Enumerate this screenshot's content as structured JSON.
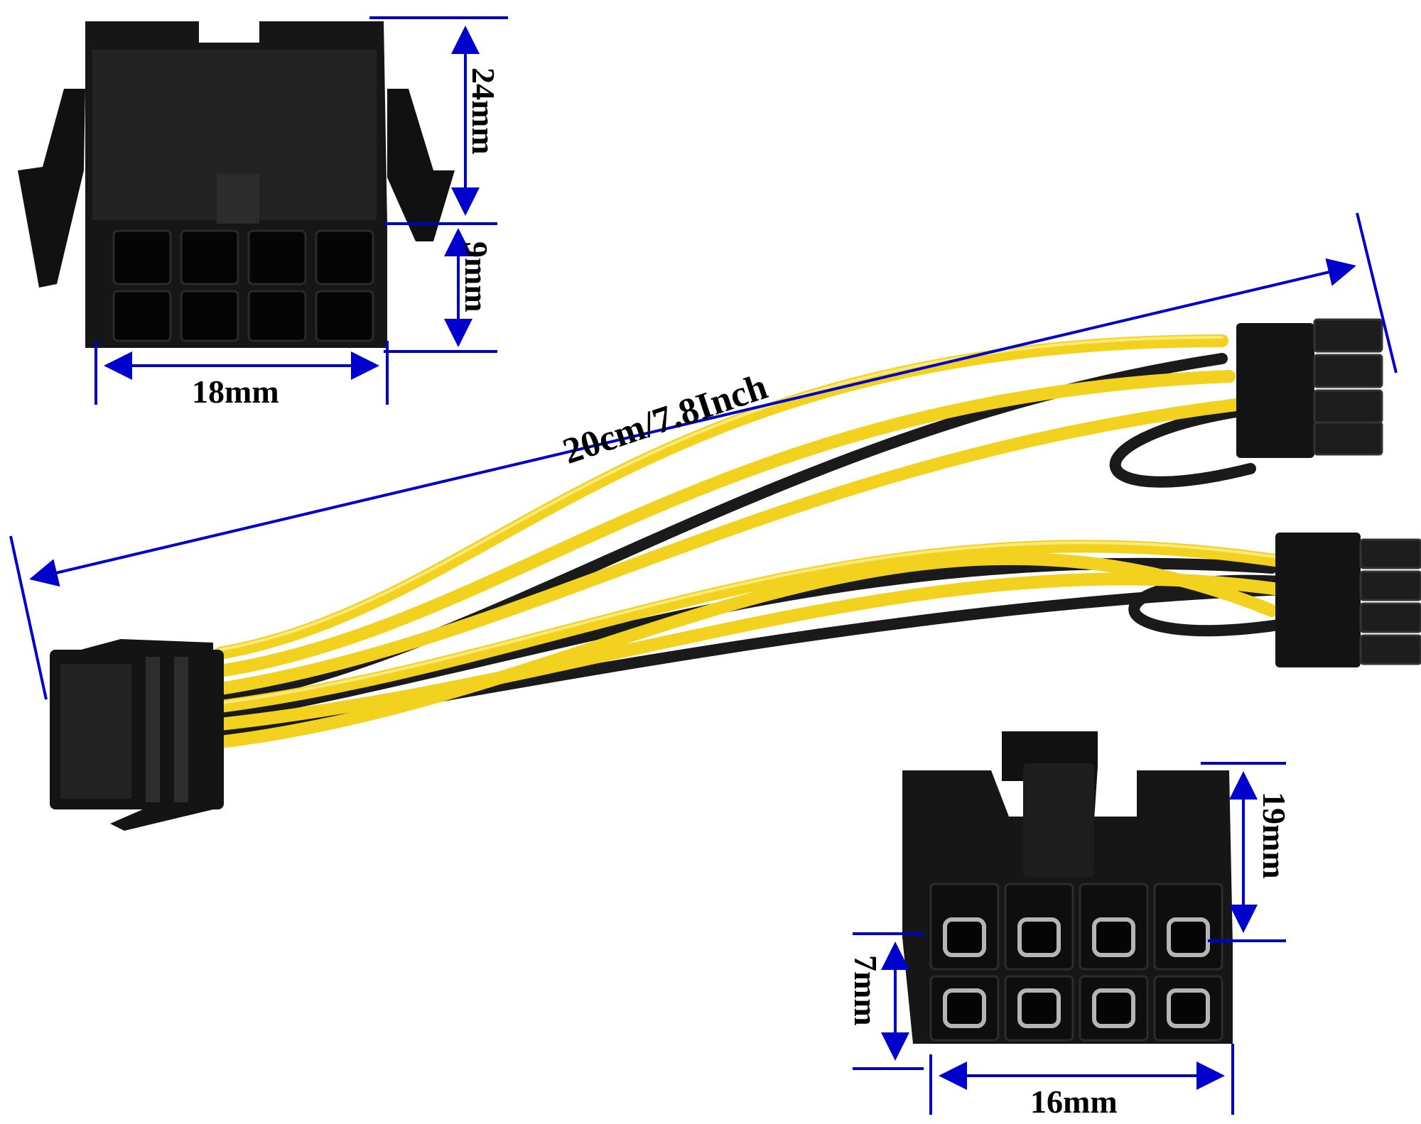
{
  "colors": {
    "dimension_line": "#0000cc",
    "connector_body": "#141414",
    "wire_yellow": "#f2d21e",
    "wire_black": "#1a1a1a",
    "pin_metal": "#b5b5b5",
    "label_text": "#000000"
  },
  "dimensions": {
    "top_height": "24mm",
    "top_depth": "9mm",
    "top_width": "18mm",
    "cable_length": "20cm/7.8Inch",
    "bottom_height": "19mm",
    "bottom_depth": "7mm",
    "bottom_width": "16mm"
  }
}
